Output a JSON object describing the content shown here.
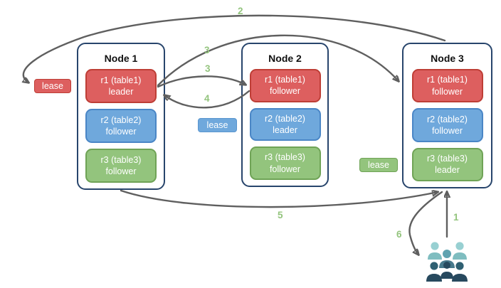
{
  "diagram": {
    "nodes": [
      {
        "title": "Node 1",
        "replicas": [
          {
            "name": "r1 (table1)",
            "role": "leader",
            "color": "red"
          },
          {
            "name": "r2 (table2)",
            "role": "follower",
            "color": "blue"
          },
          {
            "name": "r3 (table3)",
            "role": "follower",
            "color": "green"
          }
        ]
      },
      {
        "title": "Node 2",
        "replicas": [
          {
            "name": "r1 (table1)",
            "role": "follower",
            "color": "red"
          },
          {
            "name": "r2 (table2)",
            "role": "leader",
            "color": "blue"
          },
          {
            "name": "r3 (table3)",
            "role": "follower",
            "color": "green"
          }
        ]
      },
      {
        "title": "Node 3",
        "replicas": [
          {
            "name": "r1 (table1)",
            "role": "follower",
            "color": "red"
          },
          {
            "name": "r2 (table2)",
            "role": "follower",
            "color": "blue"
          },
          {
            "name": "r3 (table3)",
            "role": "leader",
            "color": "green"
          }
        ]
      }
    ],
    "leases": [
      {
        "label": "lease",
        "color": "red"
      },
      {
        "label": "lease",
        "color": "blue"
      },
      {
        "label": "lease",
        "color": "green"
      }
    ],
    "steps": [
      "1",
      "2",
      "3",
      "3",
      "4",
      "5",
      "6"
    ],
    "icons": {
      "users": "users-group-icon"
    },
    "colors": {
      "red_fill": "#DD5F5F",
      "red_border": "#BE3E36",
      "blue_fill": "#6FA8DC",
      "blue_border": "#4A86C6",
      "green_fill": "#93C47D",
      "green_border": "#6FA356",
      "node_border": "#28456C",
      "arrow": "#5F5F5F",
      "step_label": "#93C47D"
    }
  }
}
